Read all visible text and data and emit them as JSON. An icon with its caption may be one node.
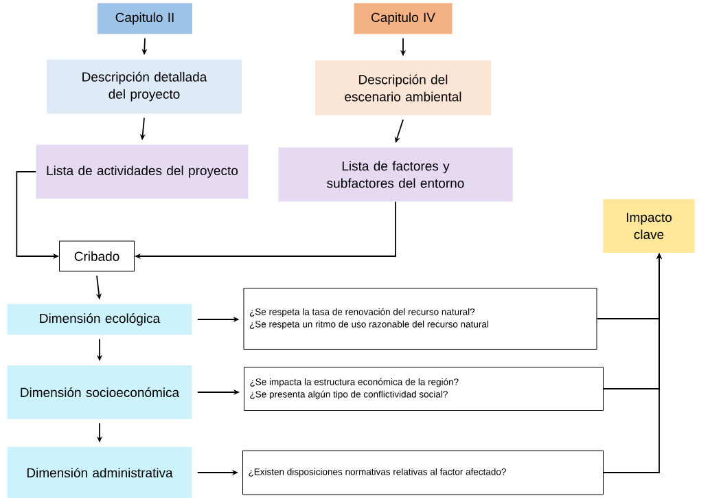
{
  "diagram": {
    "nodes": [
      {
        "text": [
          "Capitulo II"
        ]
      },
      {
        "text": [
          "Descripción detallada del proyecto"
        ]
      },
      {
        "text": [
          "Lista de actividades del proyecto"
        ]
      },
      {
        "text": [
          "Capitulo IV"
        ]
      },
      {
        "text": [
          "Descripción del escenario ambiental"
        ]
      },
      {
        "text": [
          "Lista de factores y subfactores del entorno"
        ]
      },
      {
        "text": [
          "Cribado"
        ]
      },
      {
        "text": [
          "Dimensión ecológica"
        ]
      },
      {
        "text": [
          "Dimensión socioeconómica"
        ]
      },
      {
        "text": [
          "Dimensión administrativa"
        ]
      },
      {
        "text": [
          "¿Se respeta la tasa de renovación del recurso natural?",
          "¿Se respeta un ritmo de uso razonable del recurso natural"
        ]
      },
      {
        "text": [
          "¿Se impacta la estructura económica de la región?",
          "¿Se presenta algún tipo de conflictividad social?"
        ]
      },
      {
        "text": [
          "¿Existen disposiciones normativas relativas al factor afectado?"
        ]
      },
      {
        "text": [
          "Impacto clave"
        ]
      }
    ],
    "edges": [
      {
        "from": 0,
        "to": 1,
        "arrow": "to"
      },
      {
        "from": 1,
        "to": 2,
        "arrow": "to"
      },
      {
        "from": 3,
        "to": 4,
        "arrow": "to"
      },
      {
        "from": 4,
        "to": 5,
        "arrow": "to"
      },
      {
        "from": 2,
        "to": 6,
        "arrow": "to"
      },
      {
        "from": 5,
        "to": 6,
        "arrow": "to"
      },
      {
        "from": 6,
        "to": 7,
        "arrow": "to"
      },
      {
        "from": 7,
        "to": 8,
        "arrow": "to"
      },
      {
        "from": 8,
        "to": 9,
        "arrow": "to"
      },
      {
        "from": 7,
        "to": 10,
        "arrow": "to"
      },
      {
        "from": 8,
        "to": 11,
        "arrow": "to"
      },
      {
        "from": 9,
        "to": 12,
        "arrow": "to"
      },
      {
        "from": 10,
        "to": 13,
        "arrow": "to"
      },
      {
        "from": 11,
        "to": 13,
        "arrow": "to"
      },
      {
        "from": 12,
        "to": 13,
        "arrow": "to"
      }
    ]
  }
}
